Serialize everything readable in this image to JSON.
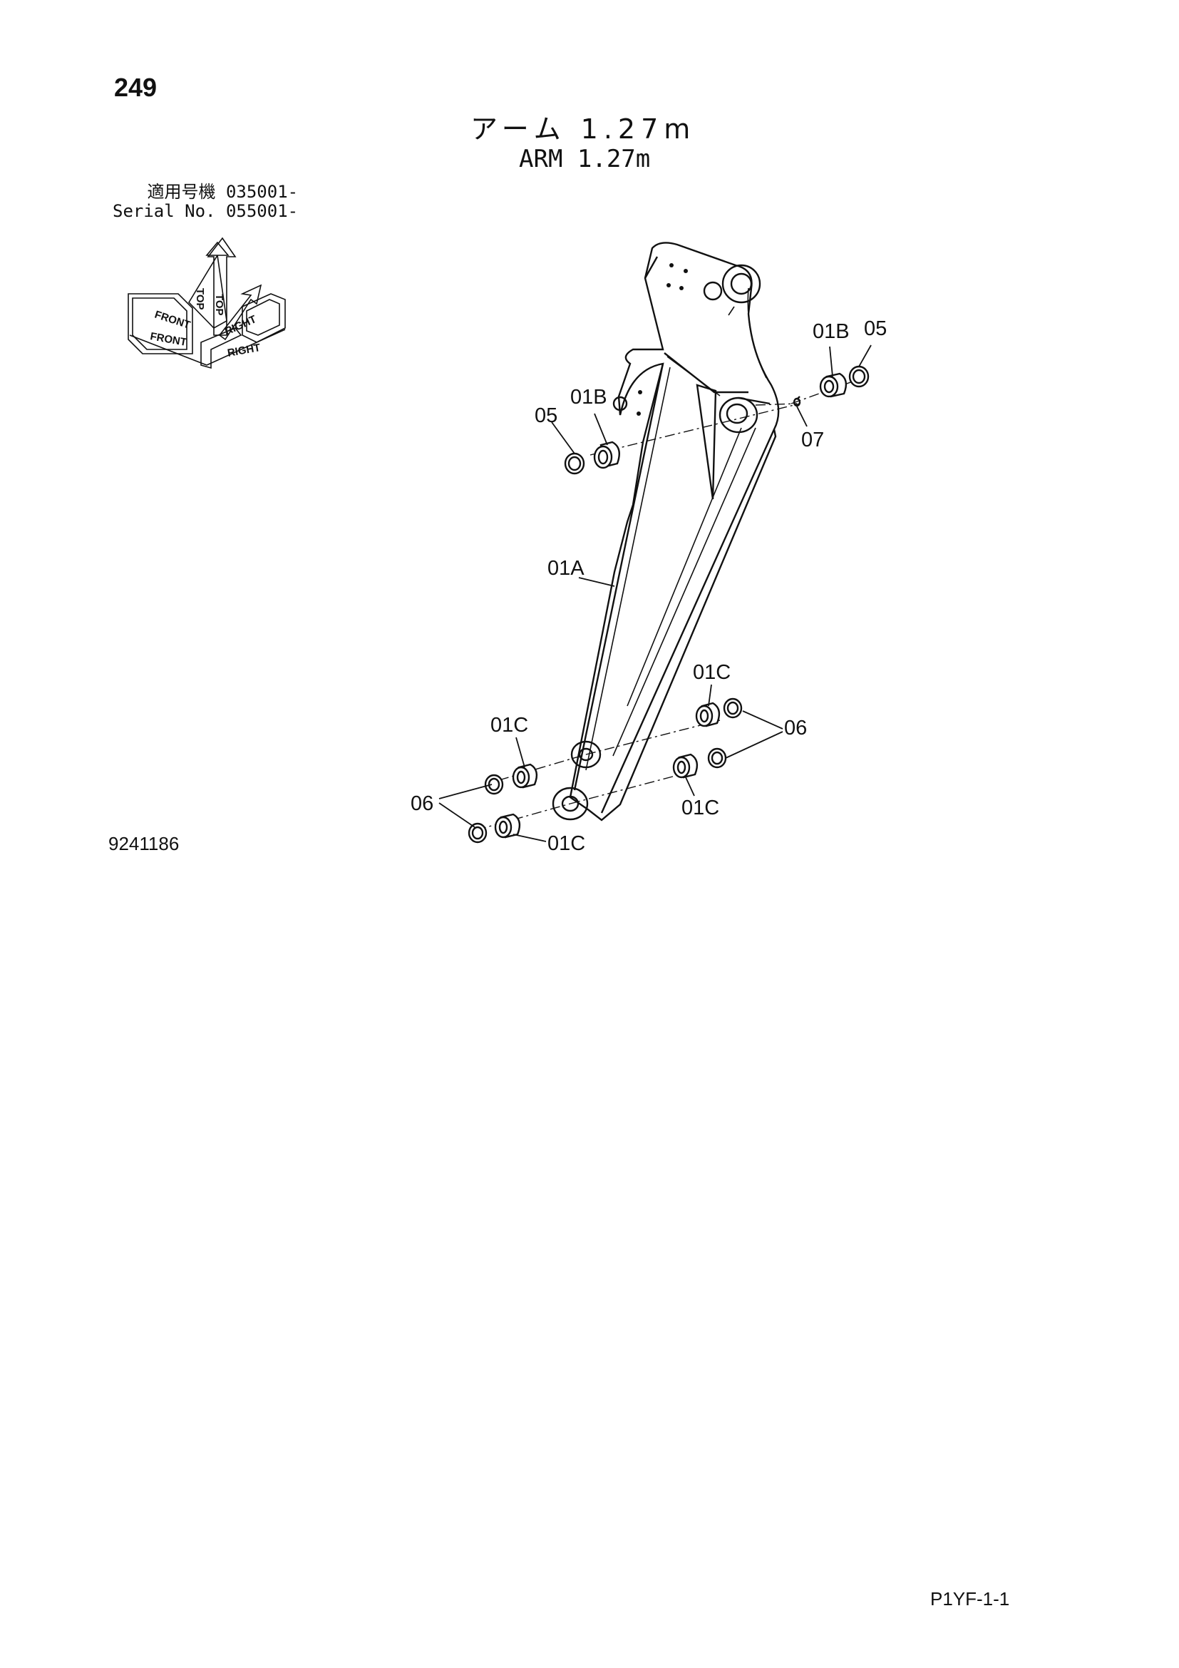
{
  "page_number": "249",
  "title_jp": "アーム 1.27m",
  "title_en": "ARM 1.27m",
  "serial": {
    "jp_label": "適用号機",
    "jp_value": "035001-",
    "en_label": "Serial No.",
    "en_value": "055001-"
  },
  "orientation": {
    "top": "TOP",
    "front": "FRONT",
    "right": "RIGHT"
  },
  "callouts": {
    "arm": "01A",
    "bushing_b_left": "01B",
    "bushing_b_right": "01B",
    "ring_05_left": "05",
    "ring_05_right": "05",
    "pin_07": "07",
    "bushing_c_mid_left": "01C",
    "bushing_c_top_right": "01C",
    "bushing_c_bottom_right": "01C",
    "bushing_c_bottom": "01C",
    "ring_06_left": "06",
    "ring_06_right": "06"
  },
  "drawing_number": "9241186",
  "footer_code": "P1YF-1-1"
}
